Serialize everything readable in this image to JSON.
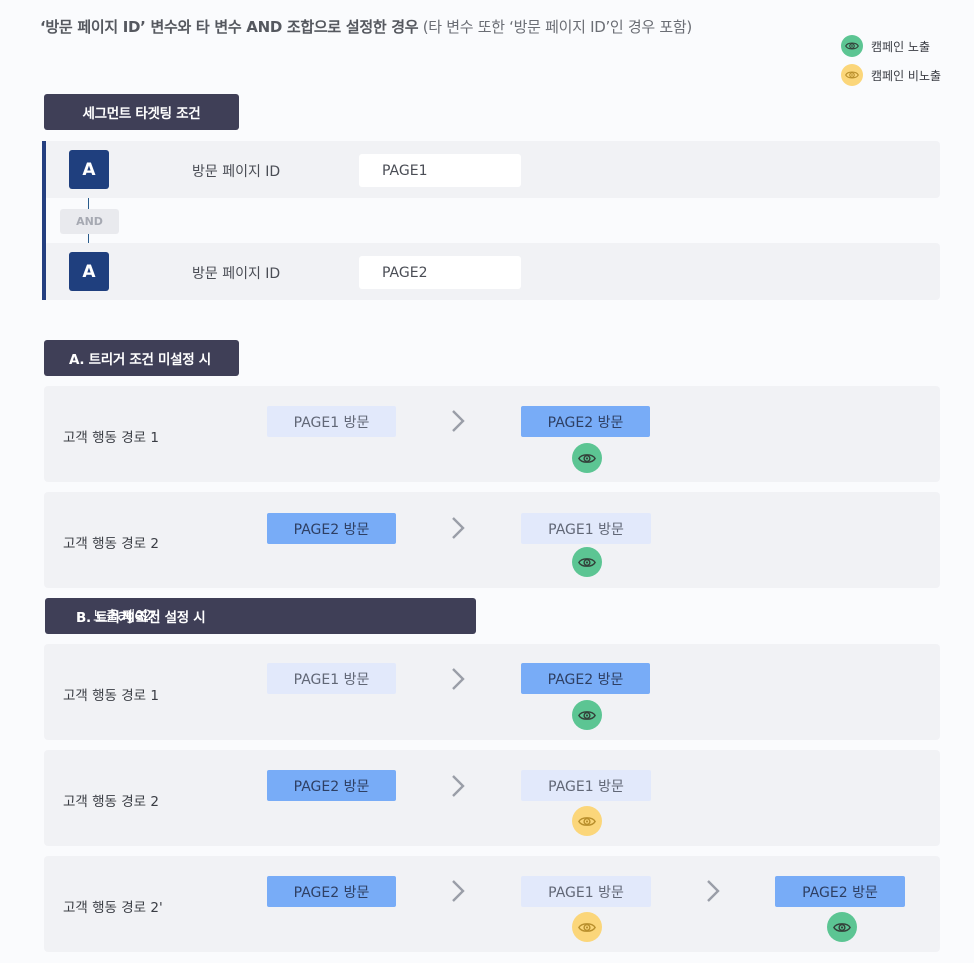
{
  "title": {
    "strong": "‘방문 페이지 ID’ 변수와 타 변수 AND 조합으로 설정한 경우",
    "light": " (타 변수 또한 ‘방문 페이지 ID’인 경우 포함)"
  },
  "legend": {
    "exposed": "캠페인 노출",
    "not_exposed": "캠페인 비노출",
    "exposed_color": "#5cc593",
    "not_exposed_color": "#fbd67a",
    "icon": "eye-icon"
  },
  "segment": {
    "header": "세그먼트 타겟팅 조건",
    "connector": "AND",
    "rows": [
      {
        "badge": "A",
        "label": "방문 페이지 ID",
        "value": "PAGE1"
      },
      {
        "badge": "A",
        "label": "방문 페이지 ID",
        "value": "PAGE2"
      }
    ]
  },
  "section_a": {
    "header": "A. 트리거 조건 미설정 시",
    "paths": [
      {
        "label": "고객 행동 경로 1",
        "step1": "PAGE1 방문",
        "step2": "PAGE2 방문",
        "result": "노출"
      },
      {
        "label": "고객 행동 경로 2",
        "step1": "PAGE2 방문",
        "step2": "PAGE1 방문",
        "result": "노출"
      }
    ]
  },
  "section_b": {
    "header": "B. 트리거 조건 설정 시",
    "trigger_label": "노출 페이지",
    "trigger_value": "Page2",
    "paths": [
      {
        "label": "고객 행동 경로 1",
        "step1": "PAGE1 방문",
        "step2": "PAGE2 방문",
        "result": "노출"
      },
      {
        "label": "고객 행동 경로 2",
        "step1": "PAGE2 방문",
        "step2": "PAGE1 방문",
        "result": "비노출"
      },
      {
        "label": "고객 행동 경로 2'",
        "step1": "PAGE2 방문",
        "step2": "PAGE1 방문",
        "step3": "PAGE2 방문",
        "result2": "비노출",
        "result3": "노출"
      }
    ]
  }
}
